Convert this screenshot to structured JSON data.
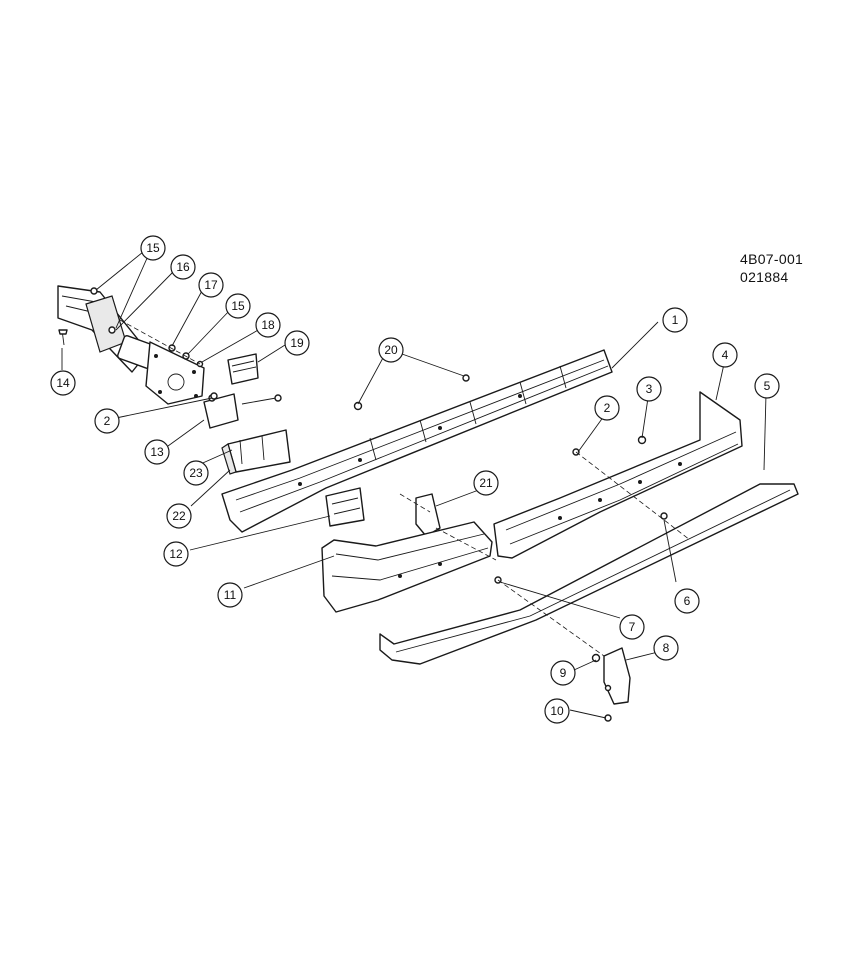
{
  "reference": {
    "line1": "4B07-001",
    "line2": "021884"
  },
  "callouts": [
    "1",
    "2",
    "3",
    "4",
    "5",
    "6",
    "7",
    "8",
    "9",
    "10",
    "11",
    "12",
    "13",
    "14",
    "15",
    "16",
    "17",
    "18",
    "19",
    "20",
    "21",
    "22",
    "23"
  ]
}
